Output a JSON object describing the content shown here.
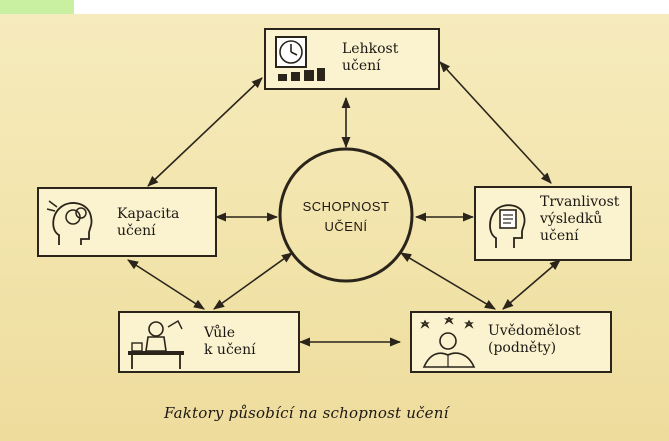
{
  "diagram": {
    "center": "SCHOPNOST\nUČENÍ",
    "nodes": {
      "lehkost": "Lehkost\nučení",
      "kapacita": "Kapacita\nučení",
      "trvanlivost": "Trvanlivost\nvýsledků\nučení",
      "vule": "Vůle\nk učení",
      "uvedomelost": "Uvědomělost\n(podněty)"
    },
    "icons": {
      "lehkost": "clock-icon",
      "kapacita": "head-brain-icon",
      "trvanlivost": "head-book-icon",
      "vule": "student-desk-icon",
      "uvedomelost": "reader-stars-icon"
    },
    "caption": "Faktory působící na schopnost učení"
  },
  "colors": {
    "background": "#f3e7b2",
    "box_fill": "#fbf3cf",
    "line": "#2a241a",
    "tab_accent": "#c9f0a0"
  }
}
